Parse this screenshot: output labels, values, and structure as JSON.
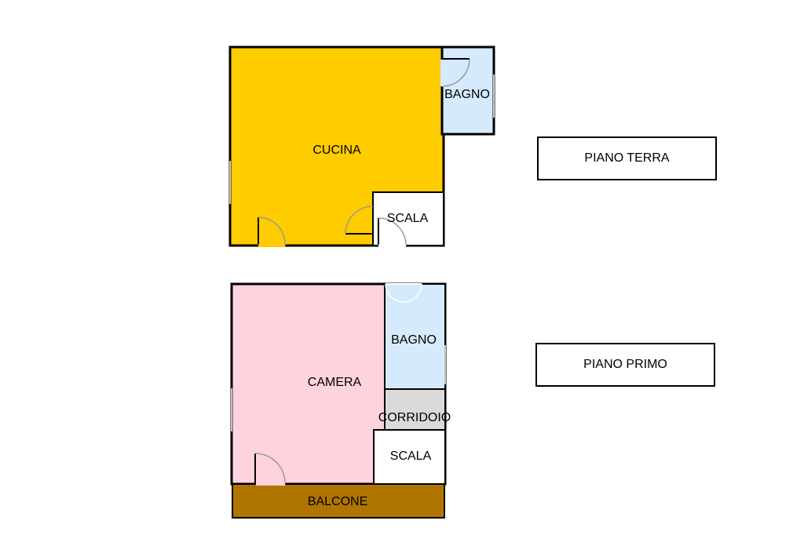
{
  "floors": {
    "ground": {
      "label": "PIANO TERRA",
      "rooms": {
        "kitchen": "CUCINA",
        "bathroom": "BAGNO",
        "stair": "SCALA"
      }
    },
    "first": {
      "label": "PIANO PRIMO",
      "rooms": {
        "bedroom": "CAMERA",
        "bathroom": "BAGNO",
        "corridor": "CORRIDOIO",
        "stair": "SCALA",
        "balcony": "BALCONE"
      }
    }
  },
  "colors": {
    "kitchen": "#FFCC00",
    "bathroom": "#D6EAFD",
    "stair": "#FFFFFF",
    "bedroom": "#FFD3DE",
    "corridor": "#DADADA",
    "balcony": "#B07500",
    "wall": "#000000",
    "door": "#9A9A9A"
  }
}
